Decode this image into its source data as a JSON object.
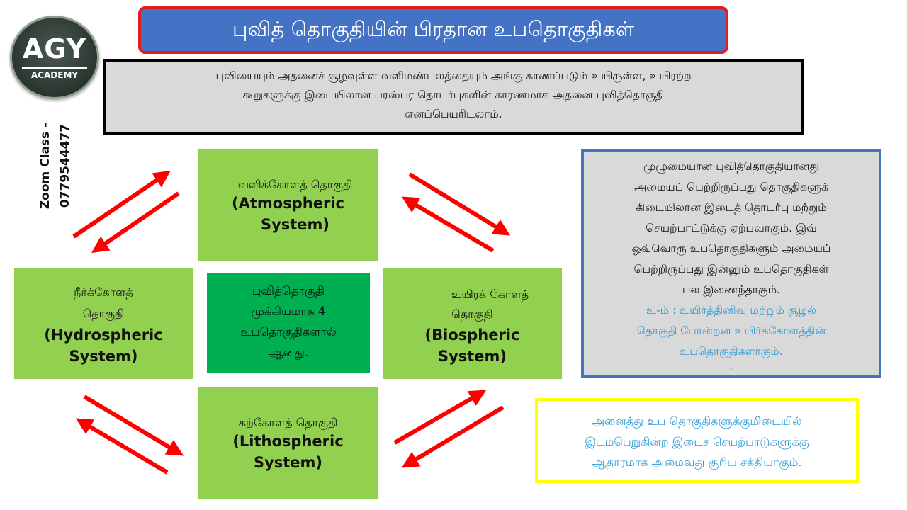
{
  "logo": {
    "main": "AGY",
    "sub": "ACADEMY"
  },
  "side_label": {
    "line1": "Zoom Class -",
    "line2": "0779544477"
  },
  "title": "புவித் தொகுதியின் பிரதான உபதொகுதிகள்",
  "definition": {
    "line1": "புவியையும் அதனைச் சூழவுள்ள வளிமண்டலத்தையும் அங்கு காணப்படும் உயிருள்ள, உயிரற்ற",
    "line2": "கூறுகளுக்கு இடையிலான பரஸ்பர தொடர்புகளின் காரணமாக அதனை புவித்தொகுதி",
    "line3": "எனப்பெயரிடலாம்."
  },
  "subsystems": {
    "atmospheric": {
      "ta": "வளிக்கோளத் தொகுதி",
      "en1": "(Atmospheric",
      "en2": "System)"
    },
    "hydrospheric": {
      "ta1": "நீர்க்கோளத்",
      "ta2": "தொகுதி",
      "en1": "(Hydrospheric",
      "en2": "System)"
    },
    "biospheric": {
      "ta1": "உயிரக் கோளத்",
      "ta2": "தொகுதி",
      "en1": "(Biospheric",
      "en2": "System)"
    },
    "lithospheric": {
      "ta": "கற்கோளத் தொகுதி",
      "en1": "(Lithospheric",
      "en2": "System)"
    }
  },
  "center": {
    "line1": "புவித்தொகுதி",
    "line2": "முக்கியமாக 4",
    "line3": "உபதொகுதிகளால்",
    "line4": "ஆனது."
  },
  "info_box": {
    "lines": [
      "முழுமையான புவித்தொகுதியானது",
      "அமையப் பெற்றிருப்பது தொகுதிகளுக்",
      "கிடையிலான இடைத் தொடர்பு மற்றும்",
      "செயற்பாட்டுக்கு ஏற்பவாகும். இவ்",
      "ஒவ்வொரு உபதொகுதிகளும் அமையப்",
      "பெற்றிருப்பது இன்னும் உபதொகுதிகள்",
      "பல இணைந்தாகும்."
    ],
    "example_lines": [
      "உ-ம் : உயிர்த்தினிவு மற்றும் சூழல்",
      "தொகுதி போன்றன உயிர்க்கோளத்தின்",
      "உபதொகுதிகளாகும்."
    ],
    "dot1": ".",
    "dot2": "."
  },
  "sun_box": {
    "line1": "அனைத்து உப தொகுதிகளுக்குமிடையில்",
    "line2": "இடம்பெறுகின்ற இடைச் செயற்பாடுகளுக்கு",
    "line3": "ஆதாரமாக அமைவது சூரிய சக்தியாகும்."
  },
  "colors": {
    "title_bg": "#4472c4",
    "title_border": "#e31c23",
    "green": "#92d050",
    "center_green": "#00b050",
    "arrow": "#ff0000",
    "info_border": "#4472c4",
    "sun_border": "#ffff00",
    "example_text": "#2e9bd6"
  }
}
